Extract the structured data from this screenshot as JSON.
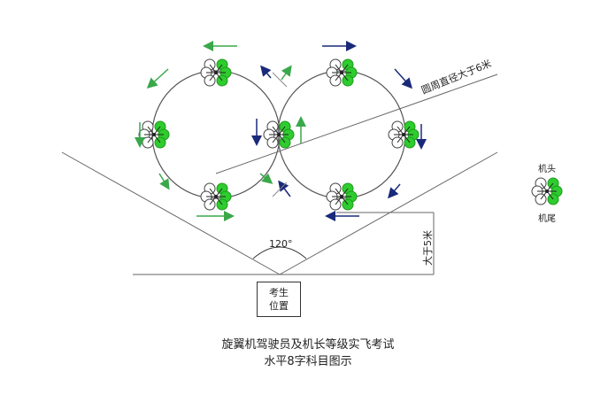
{
  "diagram": {
    "angle_label": "120°",
    "diameter_label": "圆周直径大于6米",
    "height_label": "大于5米",
    "examinee_position": {
      "line1": "考生",
      "line2": "位置"
    },
    "title_line1": "旋翼机驾驶员及机长等级实飞考试",
    "title_line2": "水平8字科目图示",
    "legend": {
      "head": "机头",
      "tail": "机尾"
    },
    "colors": {
      "green_arrow": "#3aa84a",
      "blue_arrow": "#1a2a7a",
      "drone_green": "#2ecc2e",
      "line": "#555555"
    }
  }
}
